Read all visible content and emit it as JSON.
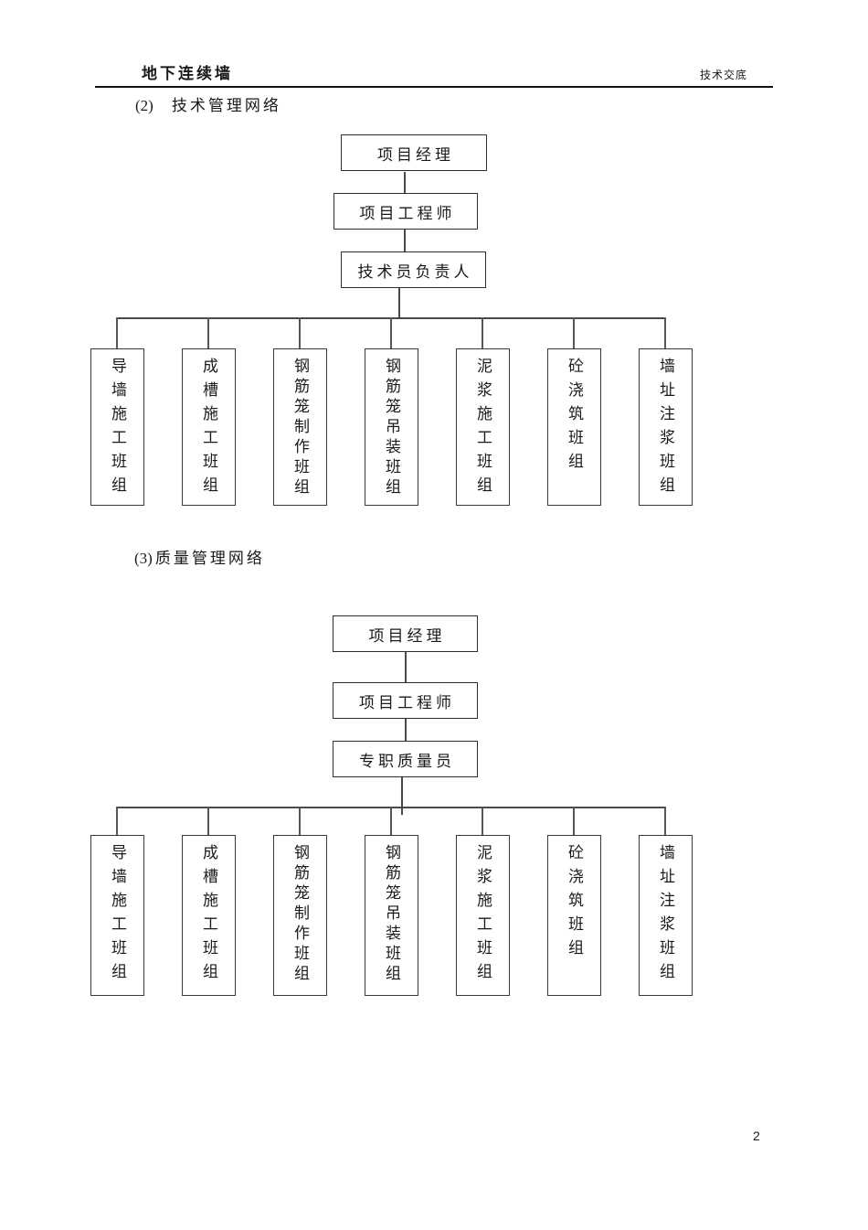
{
  "page": {
    "header": {
      "left_title": "地下连续墙",
      "right_title": "技术交底"
    },
    "page_number": "2"
  },
  "sections": [
    {
      "heading_prefix": "(2)",
      "heading": "技术管理网络",
      "chart": {
        "type": "org-chart",
        "levels": [
          "项目经理",
          "项目工程师",
          "技术员负责人"
        ],
        "teams": [
          "导墙施工班组",
          "成槽施工班组",
          "钢筋笼制作班组",
          "钢筋笼吊装班组",
          "泥浆施工班组",
          "砼浇筑班组",
          "墙址注浆班组"
        ]
      }
    },
    {
      "heading_prefix": "(3)",
      "heading": "质量管理网络",
      "chart": {
        "type": "org-chart",
        "levels": [
          "项目经理",
          "项目工程师",
          "专职质量员"
        ],
        "teams": [
          "导墙施工班组",
          "成槽施工班组",
          "钢筋笼制作班组",
          "钢筋笼吊装班组",
          "泥浆施工班组",
          "砼浇筑班组",
          "墙址注浆班组"
        ]
      }
    }
  ]
}
